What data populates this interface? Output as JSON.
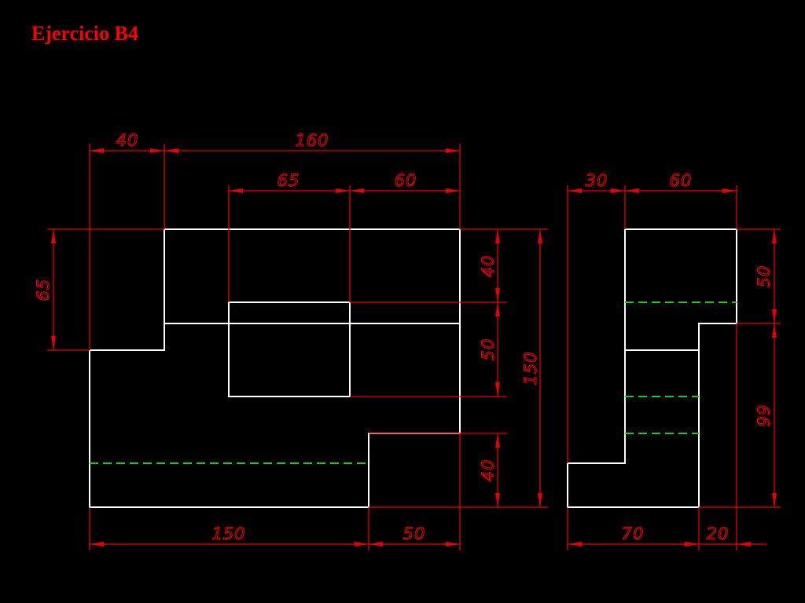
{
  "title": "Ejercicio B4",
  "colors": {
    "background": "#000000",
    "title": "#ff0000",
    "object_lines": "#ffffff",
    "hidden_lines": "#19cc19",
    "dimension_lines": "#e60000"
  },
  "front_view": {
    "dimensions": {
      "top_40": "40",
      "top_160": "160",
      "top_65": "65",
      "top_60": "60",
      "left_65": "65",
      "right_40_top": "40",
      "right_50": "50",
      "right_40_bottom": "40",
      "right_150": "150",
      "bottom_150": "150",
      "bottom_50": "50"
    }
  },
  "side_view": {
    "dimensions": {
      "top_30": "30",
      "top_60": "60",
      "right_50": "50",
      "right_99": "99",
      "bottom_70": "70",
      "bottom_20": "20"
    }
  }
}
